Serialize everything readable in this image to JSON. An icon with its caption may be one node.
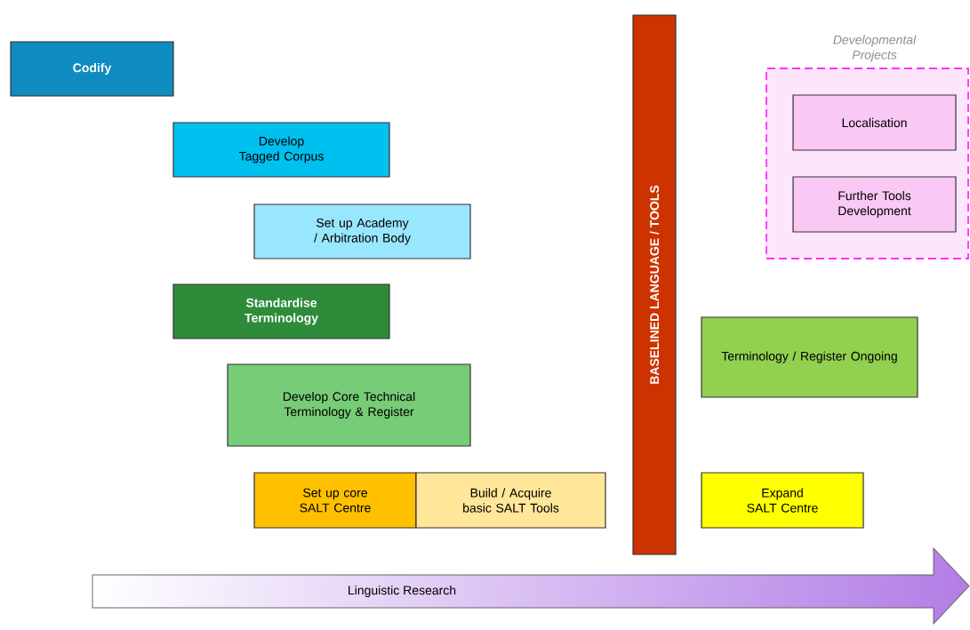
{
  "diagram": {
    "nodes": [
      {
        "text": [
          "Codify"
        ]
      },
      {
        "text": [
          "Develop Tagged Corpus"
        ]
      },
      {
        "text": [
          "Set up Academy / Arbitration Body"
        ]
      },
      {
        "text": [
          "Standardise Terminology"
        ]
      },
      {
        "text": [
          "Develop Core Technical Terminology & Register"
        ]
      },
      {
        "text": [
          "Set up core SALT Centre"
        ]
      },
      {
        "text": [
          "Build / Acquire basic SALT Tools"
        ]
      },
      {
        "text": [
          "BASELINED LANGUAGE / TOOLS"
        ]
      },
      {
        "text": [
          "Developmental Projects"
        ]
      },
      {
        "text": [
          "Localisation"
        ],
        "in": 8
      },
      {
        "text": [
          "Further Tools Development"
        ],
        "in": 8
      },
      {
        "text": [
          "Terminology / Register Ongoing"
        ]
      },
      {
        "text": [
          "Expand SALT Centre"
        ]
      },
      {
        "text": [
          "Linguistic Research"
        ]
      }
    ],
    "edges": []
  }
}
